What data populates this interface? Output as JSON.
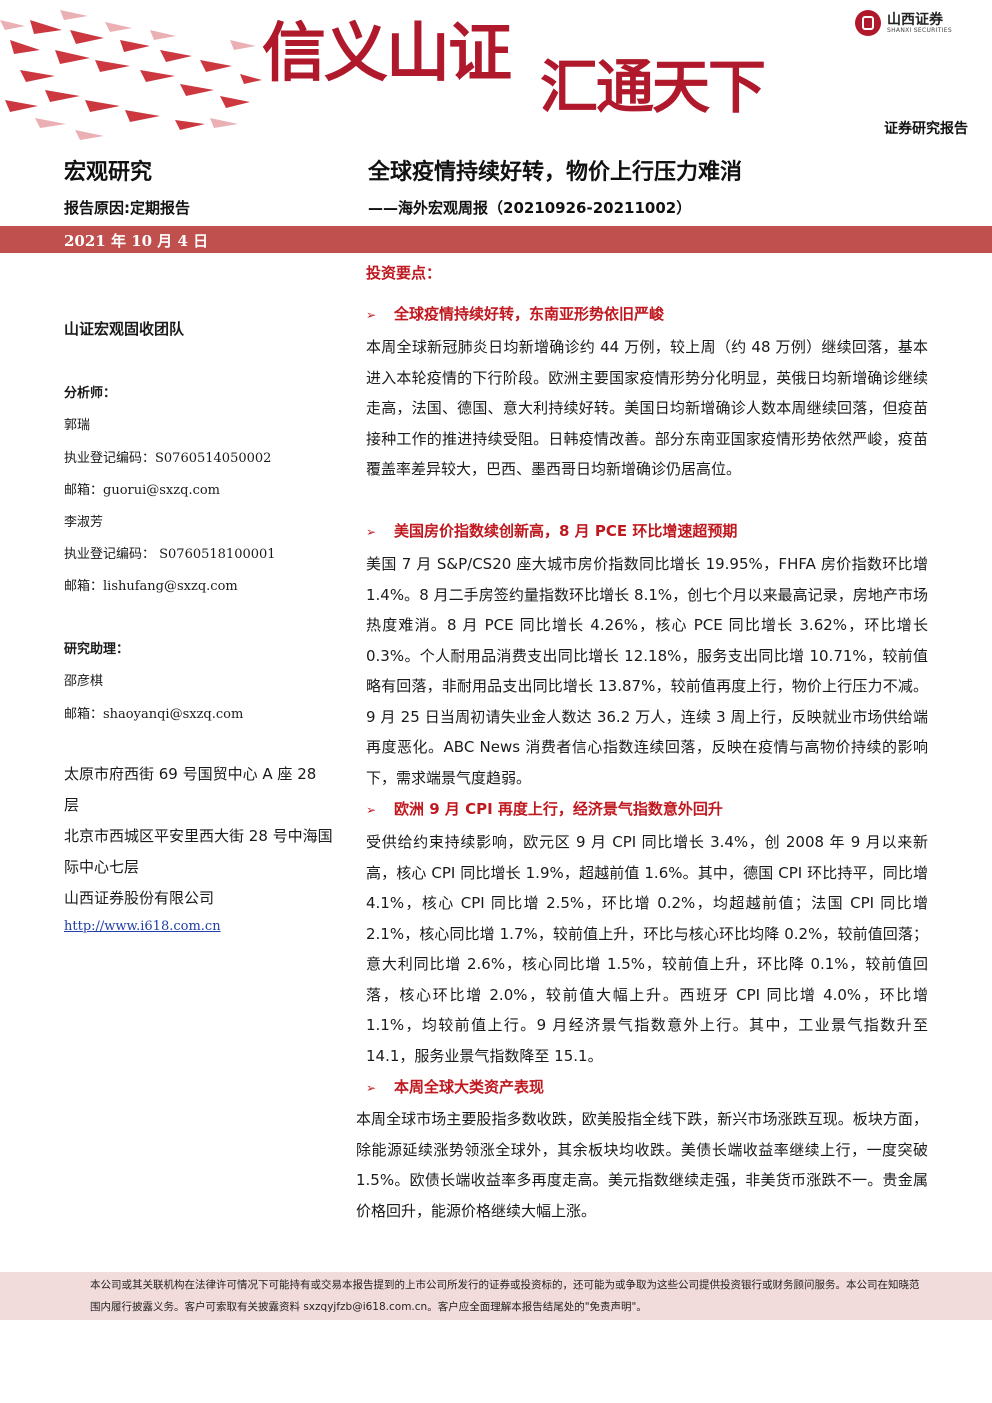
{
  "header": {
    "slogan_part1": "信义山证",
    "slogan_part2": "汇通天下",
    "logo_cn": "山西证券",
    "logo_en": "SHANXI SECURITIES",
    "report_type": "证券研究报告",
    "category": "宏观研究",
    "headline": "全球疫情持续好转，物价上行压力难消",
    "reason": "报告原因:定期报告",
    "subtitle": "——海外宏观周报（20210926-20211002）",
    "date": "2021 年 10 月 4 日"
  },
  "left": {
    "team": "山证宏观固收团队",
    "analyst_label": "分析师：",
    "analysts": [
      {
        "name": "郭瑞",
        "reg": "执业登记编码：S0760514050002",
        "email": "邮箱：guorui@sxzq.com"
      },
      {
        "name": "李淑芳",
        "reg": "执业登记编码：  S0760518100001",
        "email": "邮箱：lishufang@sxzq.com"
      }
    ],
    "assistant_label": "研究助理：",
    "assistant_name": "邵彦棋",
    "assistant_email": "邮箱：shaoyanqi@sxzq.com",
    "address1": "太原市府西街 69 号国贸中心 A 座 28 层",
    "address2": "北京市西城区平安里西大街 28 号中海国际中心七层",
    "company": "山西证券股份有限公司",
    "url": "http://www.i618.com.cn"
  },
  "main": {
    "keypoints_label": "投资要点：",
    "sections": [
      {
        "title": "全球疫情持续好转，东南亚形势依旧严峻",
        "body": "本周全球新冠肺炎日均新增确诊约 44 万例，较上周（约 48 万例）继续回落，基本进入本轮疫情的下行阶段。欧洲主要国家疫情形势分化明显，英俄日均新增确诊继续走高，法国、德国、意大利持续好转。美国日均新增确诊人数本周继续回落，但疫苗接种工作的推进持续受阻。日韩疫情改善。部分东南亚国家疫情形势依然严峻，疫苗覆盖率差异较大，巴西、墨西哥日均新增确诊仍居高位。"
      },
      {
        "title": "美国房价指数续创新高，8 月 PCE 环比增速超预期",
        "body": "美国 7 月 S&P/CS20 座大城市房价指数同比增长 19.95%，FHFA 房价指数环比增 1.4%。8 月二手房签约量指数环比增长 8.1%，创七个月以来最高记录，房地产市场热度难消。8 月 PCE 同比增长 4.26%，核心 PCE 同比增长 3.62%，环比增长 0.3%。个人耐用品消费支出同比增长 12.18%，服务支出同比增 10.71%，较前值略有回落，非耐用品支出同比增长 13.87%，较前值再度上行，物价上行压力不减。9 月 25 日当周初请失业金人数达 36.2 万人，连续 3 周上行，反映就业市场供给端再度恶化。ABC News 消费者信心指数连续回落，反映在疫情与高物价持续的影响下，需求端景气度趋弱。"
      },
      {
        "title": "欧洲 9 月 CPI 再度上行，经济景气指数意外回升",
        "body": "受供给约束持续影响，欧元区 9 月 CPI 同比增长 3.4%，创 2008 年 9 月以来新高，核心 CPI 同比增长 1.9%，超越前值 1.6%。其中，德国 CPI 环比持平，同比增 4.1%，核心 CPI 同比增 2.5%，环比增 0.2%，均超越前值；法国 CPI 同比增 2.1%，核心同比增 1.7%，较前值上升，环比与核心环比均降 0.2%，较前值回落；意大利同比增 2.6%，核心同比增 1.5%，较前值上升，环比降 0.1%，较前值回落，核心环比增 2.0%，较前值大幅上升。西班牙 CPI 同比增 4.0%，环比增 1.1%，均较前值上行。9 月经济景气指数意外上行。其中，工业景气指数升至 14.1，服务业景气指数降至 15.1。"
      },
      {
        "title": "本周全球大类资产表现",
        "body": "本周全球市场主要股指多数收跌，欧美股指全线下跌，新兴市场涨跌互现。板块方面，除能源延续涨势领涨全球外，其余板块均收跌。美债长端收益率继续上行，一度突破 1.5%。欧债长端收益率多再度走高。美元指数继续走强，非美货币涨跌不一。贵金属价格回升，能源价格继续大幅上涨。"
      }
    ]
  },
  "footer": {
    "disclaimer": "本公司或其关联机构在法律许可情况下可能持有或交易本报告提到的上市公司所发行的证券或投资标的，还可能为或争取为这些公司提供投资银行或财务顾问服务。本公司在知晓范围内履行披露义务。客户可索取有关披露资料 sxzqyjfzb@i618.com.cn。客户应全面理解本报告结尾处的\"免责声明\"。"
  },
  "colors": {
    "brand_red": "#b0182c",
    "date_bar": "#c0504d",
    "section_red": "#c0181f",
    "footer_bg": "#f2dcdb"
  }
}
